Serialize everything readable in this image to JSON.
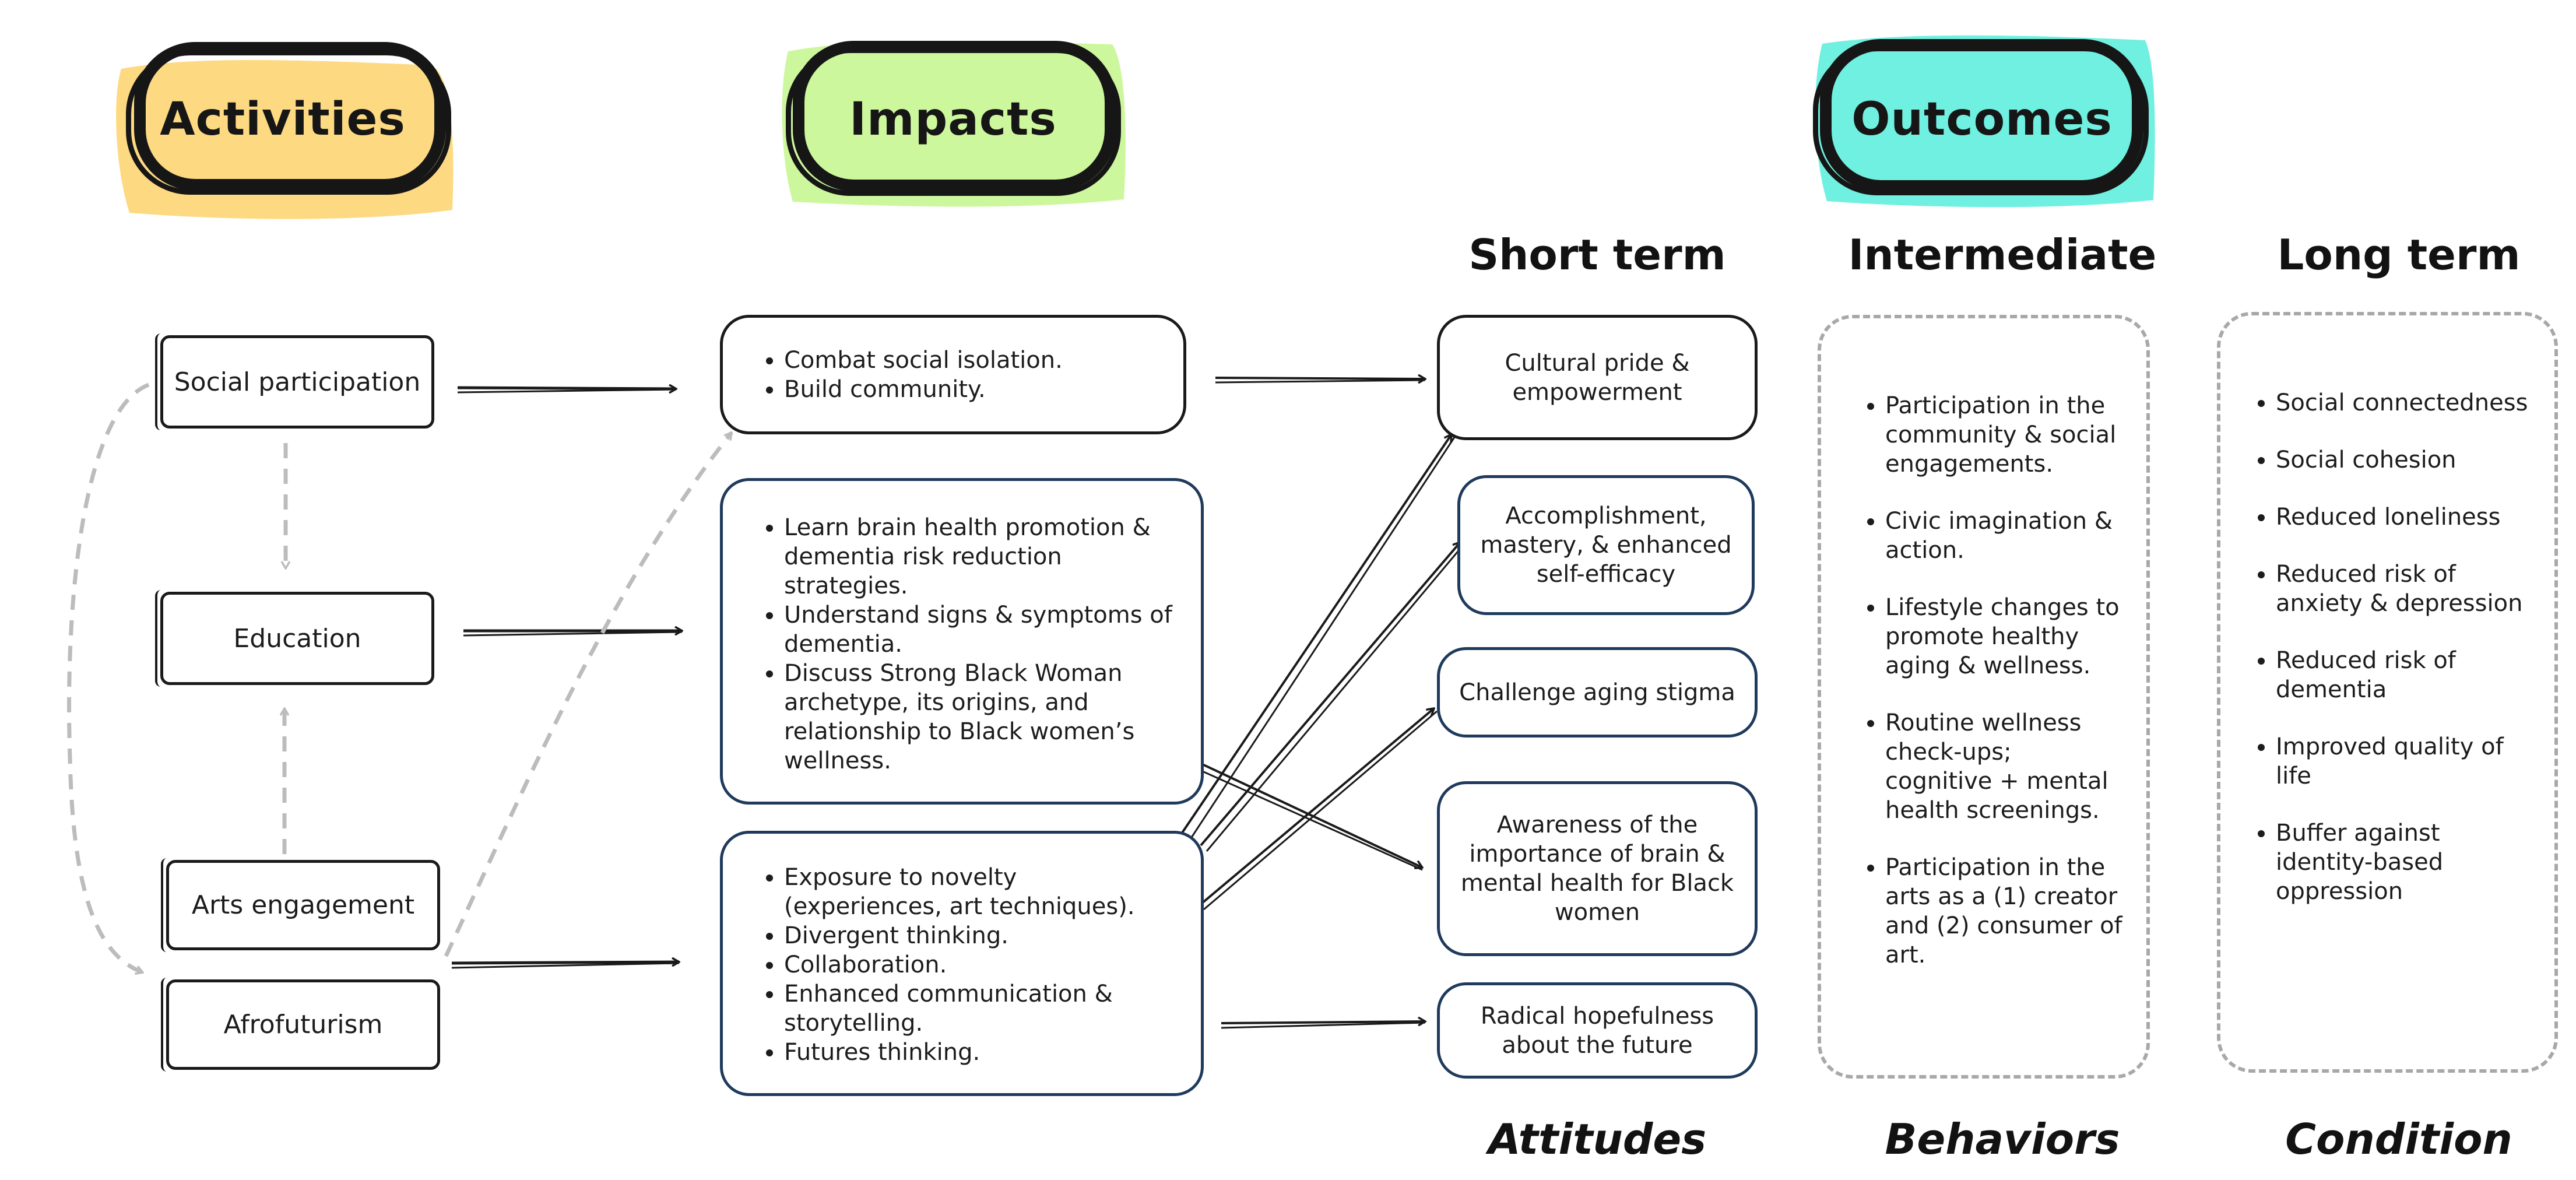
{
  "headers": {
    "activities": "Activities",
    "impacts": "Impacts",
    "outcomes": "Outcomes"
  },
  "column_titles": {
    "short_term": "Short term",
    "intermediate": "Intermediate",
    "long_term": "Long term"
  },
  "column_footers": {
    "attitudes": "Attitudes",
    "behaviors": "Behaviors",
    "condition": "Condition"
  },
  "activities": [
    "Social participation",
    "Education",
    "Arts engagement",
    "Afrofuturism"
  ],
  "impacts": {
    "social": [
      "Combat social isolation.",
      "Build community."
    ],
    "education": [
      "Learn brain health promotion & dementia risk reduction strategies.",
      "Understand signs & symptoms of dementia.",
      "Discuss Strong Black Woman archetype, its origins, and relationship to Black women’s wellness."
    ],
    "arts": [
      "Exposure to novelty (experiences, art techniques).",
      "Divergent thinking.",
      "Collaboration.",
      "Enhanced communication & storytelling.",
      "Futures thinking."
    ]
  },
  "short_term": [
    "Cultural pride & empowerment",
    "Accomplishment, mastery, & enhanced self-efficacy",
    "Challenge aging stigma",
    "Awareness of the importance of brain & mental health for Black women",
    "Radical hopefulness about the future"
  ],
  "intermediate": [
    "Participation in the community & social engagements.",
    "Civic imagination & action.",
    "Lifestyle changes to promote healthy aging & wellness.",
    "Routine wellness check-ups; cognitive + mental health screenings.",
    "Participation in the arts as a (1) creator and (2) consumer of art."
  ],
  "long_term": [
    "Social connectedness",
    "Social cohesion",
    "Reduced loneliness",
    "Reduced risk of anxiety & depression",
    "Reduced risk of dementia",
    "Improved quality of life",
    "Buffer against identity-based oppression"
  ],
  "colors": {
    "activities_highlight": "#fdd982",
    "impacts_highlight": "#cdf79c",
    "outcomes_highlight": "#6ff0e0",
    "ink": "#161616",
    "navy_border": "#1f3a5c",
    "dashed_gray": "#a8a8a8"
  }
}
